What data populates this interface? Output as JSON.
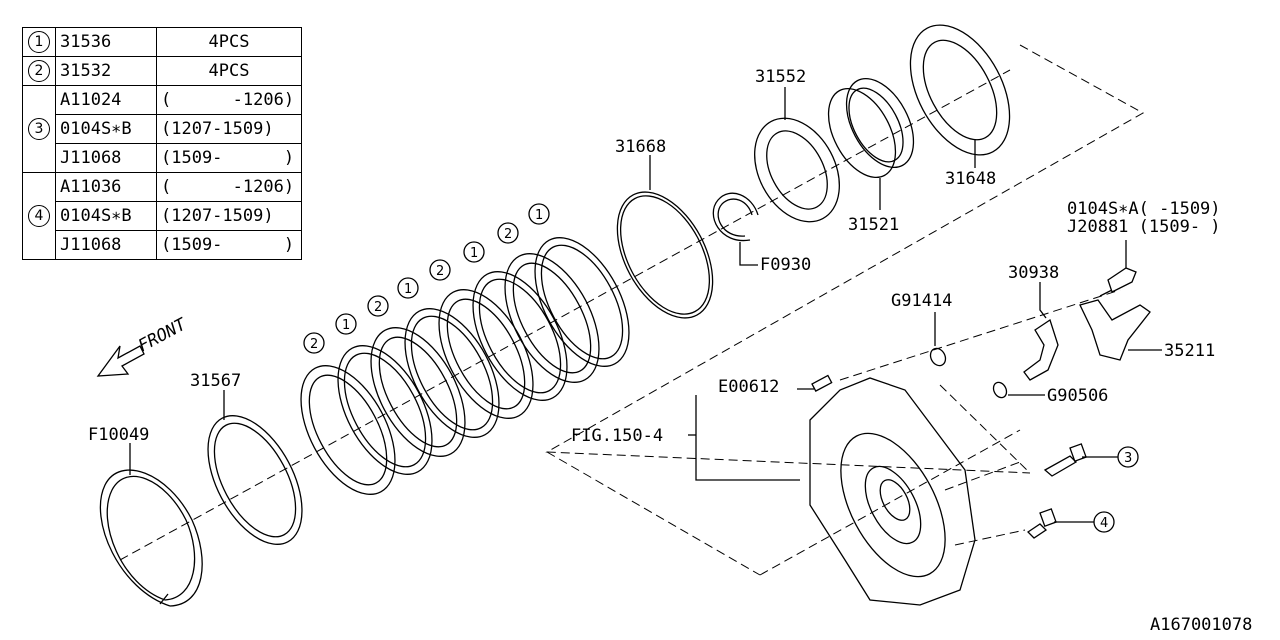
{
  "parts_table": {
    "rows": [
      {
        "ref": "1",
        "part": "31536",
        "note": "4PCS"
      },
      {
        "ref": "2",
        "part": "31532",
        "note": "4PCS"
      },
      {
        "ref": "3",
        "part": "A11024",
        "note": "(      -1206)"
      },
      {
        "ref": "",
        "part": "0104S∗B",
        "note": "(1207-1509)"
      },
      {
        "ref": "",
        "part": "J11068",
        "note": "(1509-      )"
      },
      {
        "ref": "4",
        "part": "A11036",
        "note": "(      -1206)"
      },
      {
        "ref": "",
        "part": "0104S∗B",
        "note": "(1207-1509)"
      },
      {
        "ref": "",
        "part": "J11068",
        "note": "(1509-      )"
      }
    ]
  },
  "labels": {
    "front": "FRONT",
    "p31552": "31552",
    "p31668": "31668",
    "p31648": "31648",
    "p31521": "31521",
    "pF0930": "F0930",
    "p0104SA": "0104S∗A( -1509)",
    "pJ20881": "J20881 (1509- )",
    "p30938": "30938",
    "pG91414": "G91414",
    "p35211": "35211",
    "pE00612": "E00612",
    "pG90506": "G90506",
    "pFIG": "FIG.150-4",
    "p31567": "31567",
    "pF10049": "F10049",
    "diagram_id": "A167001078"
  },
  "refs": {
    "r1": "1",
    "r2": "2",
    "r3": "3",
    "r4": "4"
  }
}
